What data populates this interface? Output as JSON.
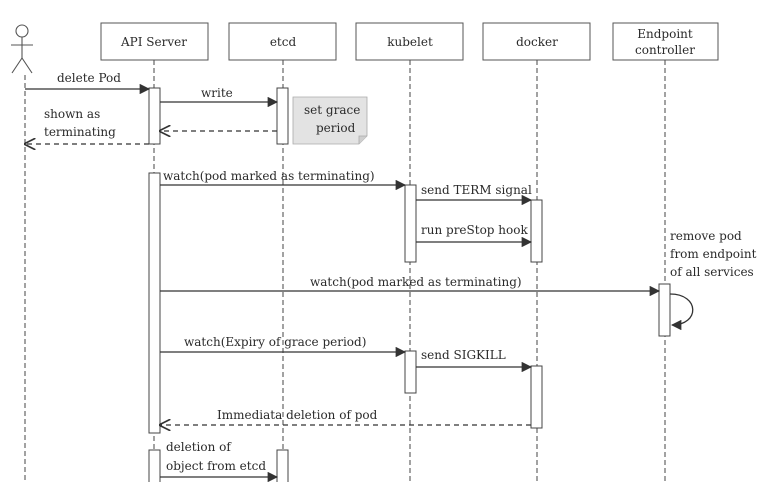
{
  "participants": {
    "api_server": "API Server",
    "etcd": "etcd",
    "kubelet": "kubelet",
    "docker": "docker",
    "endpoint_line1": "Endpoint",
    "endpoint_line2": "controller"
  },
  "messages": {
    "delete_pod": "delete Pod",
    "write": "write",
    "shown_line1": "shown as",
    "shown_line2": "terminating",
    "watch_terminating_1": "watch(pod marked as terminating)",
    "send_term": "send TERM signal",
    "run_prestop": "run preStop hook",
    "watch_terminating_2": "watch(pod marked as terminating)",
    "remove_line1": "remove pod",
    "remove_line2": "from endpoint",
    "remove_line3": "of all services",
    "watch_expiry": "watch(Expiry of grace period)",
    "send_sigkill": "send SIGKILL",
    "immediate_deletion": "Immediata deletion of pod",
    "deletion_line1": "deletion of",
    "deletion_line2": "object from etcd"
  },
  "note": {
    "line1": "set grace",
    "line2": "period"
  }
}
